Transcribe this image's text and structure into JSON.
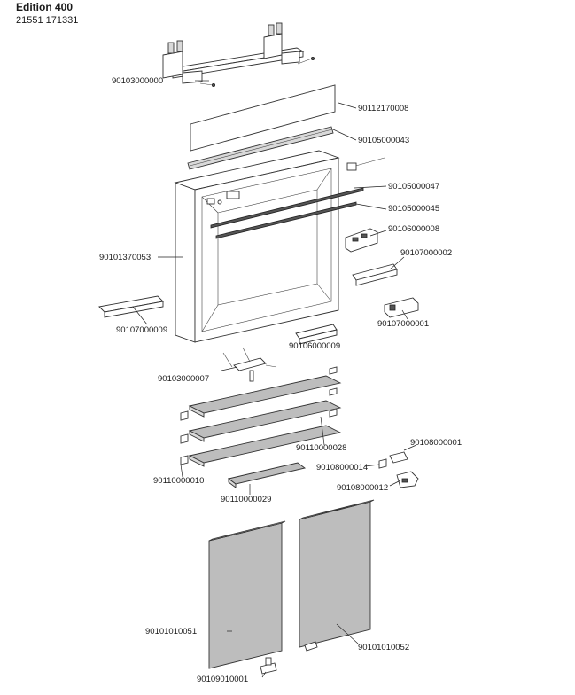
{
  "header": {
    "title": "Edition 400",
    "subtitle": "21551 171331"
  },
  "parts": [
    {
      "id": "90103000000"
    },
    {
      "id": "90112170008"
    },
    {
      "id": "90105000043"
    },
    {
      "id": "90105000047"
    },
    {
      "id": "90105000045"
    },
    {
      "id": "90106000008"
    },
    {
      "id": "90101370053"
    },
    {
      "id": "90107000002"
    },
    {
      "id": "90107000009"
    },
    {
      "id": "90107000001"
    },
    {
      "id": "90106000009"
    },
    {
      "id": "90103000007"
    },
    {
      "id": "90110000028"
    },
    {
      "id": "90108000001"
    },
    {
      "id": "90108000014"
    },
    {
      "id": "90110000010"
    },
    {
      "id": "90108000012"
    },
    {
      "id": "90110000029"
    },
    {
      "id": "90101010051"
    },
    {
      "id": "90101010052"
    },
    {
      "id": "90109010001"
    }
  ]
}
